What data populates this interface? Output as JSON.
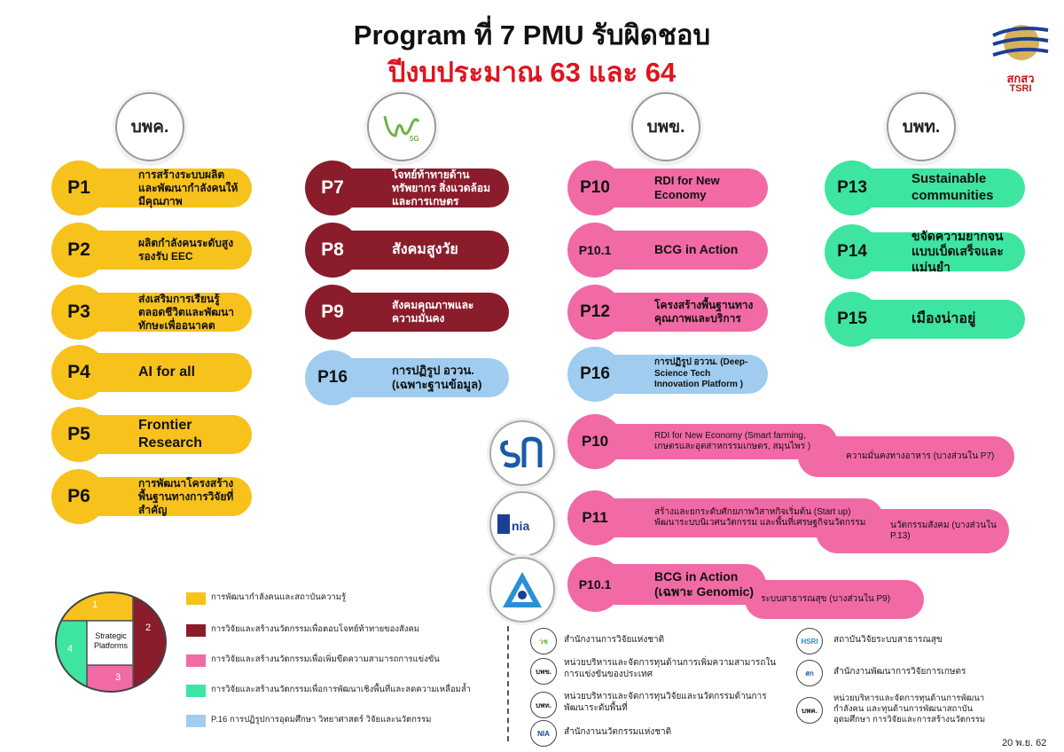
{
  "title": {
    "line1": "Program ที่ 7 PMU รับผิดชอบ",
    "line2": "ปีงบประมาณ 63 และ 64"
  },
  "logo": {
    "text": "สกสว",
    "sub": "TSRI"
  },
  "columns": {
    "c1": {
      "head": "บพค."
    },
    "c2": {
      "head": "วช",
      "head_sub": "5G"
    },
    "c3": {
      "head": "บพข."
    },
    "c4": {
      "head": "บพท."
    }
  },
  "programs": {
    "p1": {
      "code": "P1",
      "label": "การสร้างระบบผลิตและพัฒนากำลังคนให้มีคุณภาพ"
    },
    "p2": {
      "code": "P2",
      "label": "ผลิตกำลังคนระดับสูงรองรับ EEC"
    },
    "p3": {
      "code": "P3",
      "label": "ส่งเสริมการเรียนรู้ตลอดชีวิตและพัฒนาทักษะเพื่ออนาคต"
    },
    "p4": {
      "code": "P4",
      "label": "AI for all"
    },
    "p5": {
      "code": "P5",
      "label": "Frontier Research"
    },
    "p6": {
      "code": "P6",
      "label": "การพัฒนาโครงสร้างพื้นฐานทางการวิจัยที่สำคัญ"
    },
    "p7": {
      "code": "P7",
      "label": "โจทย์ท้าทายด้านทรัพยากร สิ่งแวดล้อม และการเกษตร"
    },
    "p8": {
      "code": "P8",
      "label": "สังคมสูงวัย"
    },
    "p9": {
      "code": "P9",
      "label": "สังคมคุณภาพและความมั่นคง"
    },
    "p16a": {
      "code": "P16",
      "label": "การปฏิรูป อววน. (เฉพาะฐานข้อมูล)"
    },
    "p10": {
      "code": "P10",
      "label": "RDI for New Economy"
    },
    "p101": {
      "code": "P10.1",
      "label": "BCG in Action"
    },
    "p12": {
      "code": "P12",
      "label": "โครงสร้างพื้นฐานทางคุณภาพและบริการ"
    },
    "p16b": {
      "code": "P16",
      "label": "การปฏิรูป อววน. (Deep-Science Tech Innovation Platform )"
    },
    "p13": {
      "code": "P13",
      "label": "Sustainable communities"
    },
    "p14": {
      "code": "P14",
      "label": "ขจัดความยากจนแบบเบ็ดเสร็จและแม่นยำ"
    },
    "p15": {
      "code": "P15",
      "label": "เมืองน่าอยู่"
    }
  },
  "agencies": {
    "a1": {
      "logo_text": "สก",
      "code": "P10",
      "label": "RDI for New Economy (Smart farming, เกษตรและอุตสาหกรรมเกษตร, สมุนไพร )",
      "tail": "ความมั่นคงทางอาหาร (บางส่วนใน P7)"
    },
    "a2": {
      "logo_text": "NIA",
      "code": "P11",
      "label": "สร้างและยกระดับศักยภาพวิสาหกิจเริ่มต้น (Start up) พัฒนาระบบนิเวศนวัตกรรม และพื้นที่เศรษฐกิจนวัตกรรม",
      "tail": "นวัตกรรมสังคม (บางส่วนใน P.13)"
    },
    "a3": {
      "logo_text": "HSRI",
      "code": "P10.1",
      "label": "BCG in Action (เฉพาะ Genomic)",
      "tail": "ระบบสาธารณสุข (บางส่วนใน P9)"
    }
  },
  "legend": {
    "center": "Strategic Platforms",
    "n1": "1",
    "n2": "2",
    "n3": "3",
    "n4": "4",
    "items": [
      {
        "color": "#f7c21b",
        "text": "การพัฒนากำลังคนและสถาบันความรู้"
      },
      {
        "color": "#8a1c2b",
        "text": "การวิจัยและสร้างนวัตกรรมเพื่อตอบโจทย์ท้าทายของสังคม"
      },
      {
        "color": "#f16aa5",
        "text": "การวิจัยและสร้างนวัตกรรมเพื่อเพิ่มขีดความสามารถการแข่งขัน"
      },
      {
        "color": "#3de5a0",
        "text": "การวิจัยและสร้างนวัตกรรมเพื่อการพัฒนาเชิงพื้นที่และลดความเหลื่อมล้ำ"
      },
      {
        "color": "#9fccef",
        "text": "P.16 การปฏิรูปการอุดมศึกษา วิทยาศาสตร์ วิจัยและนวัตกรรม"
      }
    ]
  },
  "key": {
    "k1": {
      "icon": "วช",
      "text": "สำนักงานการวิจัยแห่งชาติ"
    },
    "k2": {
      "icon": "บพข.",
      "text": "หน่วยบริหารและจัดการทุนด้านการเพิ่มความสามารถในการแข่งขันของประเทศ"
    },
    "k3": {
      "icon": "บพท.",
      "text": "หน่วยบริหารและจัดการทุนวิจัยและนวัตกรรมด้านการพัฒนาระดับพื้นที่"
    },
    "k4": {
      "icon": "NIA",
      "text": "สำนักงานนวัตกรรมแห่งชาติ"
    },
    "k5": {
      "icon": "HSRI",
      "text": "สถาบันวิจัยระบบสาธารณสุข"
    },
    "k6": {
      "icon": "สก",
      "text": "สำนักงานพัฒนาการวิจัยการเกษตร"
    },
    "k7": {
      "icon": "บพค.",
      "text": "หน่วยบริหารและจัดการทุนด้านการพัฒนากำลังคน และทุนด้านการพัฒนาสถาบันอุดมศึกษา การวิจัยและการสร้างนวัตกรรม"
    }
  },
  "date": "20 พ.ย. 62"
}
